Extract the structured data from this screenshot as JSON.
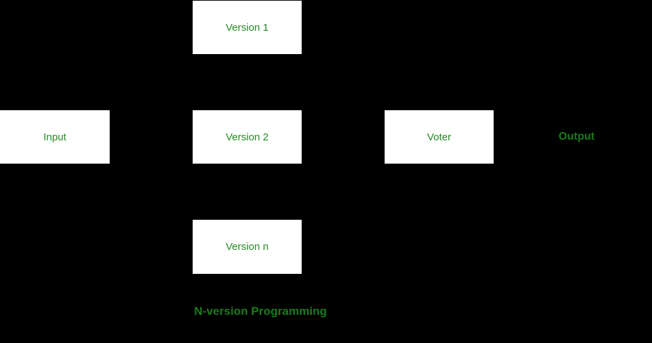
{
  "diagram": {
    "type": "block-diagram",
    "caption": "N-version Programming",
    "colors": {
      "background": "#000000",
      "node_background": "#ffffff",
      "label_green": "#228B22",
      "bold_label_green": "#1d7a1d"
    },
    "nodes": {
      "version1": {
        "label": "Version 1"
      },
      "input": {
        "label": "Input"
      },
      "version2": {
        "label": "Version 2"
      },
      "voter": {
        "label": "Voter"
      },
      "versionN": {
        "label": "Version n"
      },
      "output": {
        "label": "Output"
      }
    }
  }
}
